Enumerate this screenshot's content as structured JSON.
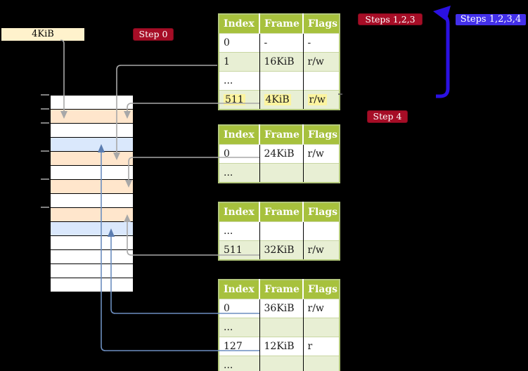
{
  "diagram": {
    "frame_size_label": "4KiB",
    "step_labels": {
      "step0": "Step 0",
      "steps123": "Steps 1,2,3",
      "steps1234": "Steps 1,2,3,4",
      "step4": "Step 4"
    }
  },
  "tables": [
    {
      "name": "page-table-top",
      "headers": [
        "Index",
        "Frame",
        "Flags"
      ],
      "rows": [
        {
          "cells": [
            "0",
            "-",
            "-"
          ],
          "shade": "white",
          "highlight": false
        },
        {
          "cells": [
            "1",
            "16KiB",
            "r/w"
          ],
          "shade": "green",
          "highlight": false
        },
        {
          "cells": [
            "...",
            "",
            ""
          ],
          "shade": "white",
          "highlight": false
        },
        {
          "cells": [
            "511",
            "4KiB",
            "r/w"
          ],
          "shade": "green",
          "highlight": true
        }
      ]
    },
    {
      "name": "page-table-second",
      "headers": [
        "Index",
        "Frame",
        "Flags"
      ],
      "rows": [
        {
          "cells": [
            "0",
            "24KiB",
            "r/w"
          ],
          "shade": "white",
          "highlight": false
        },
        {
          "cells": [
            "...",
            "",
            ""
          ],
          "shade": "green",
          "highlight": false
        }
      ]
    },
    {
      "name": "page-table-third",
      "headers": [
        "Index",
        "Frame",
        "Flags"
      ],
      "rows": [
        {
          "cells": [
            "...",
            "",
            ""
          ],
          "shade": "white",
          "highlight": false
        },
        {
          "cells": [
            "511",
            "32KiB",
            "r/w"
          ],
          "shade": "green",
          "highlight": false
        }
      ]
    },
    {
      "name": "page-table-bottom",
      "headers": [
        "Index",
        "Frame",
        "Flags"
      ],
      "rows": [
        {
          "cells": [
            "0",
            "36KiB",
            "r/w"
          ],
          "shade": "white",
          "highlight": false
        },
        {
          "cells": [
            "...",
            "",
            ""
          ],
          "shade": "green",
          "highlight": false
        },
        {
          "cells": [
            "127",
            "12KiB",
            "r"
          ],
          "shade": "white",
          "highlight": false
        },
        {
          "cells": [
            "...",
            "",
            ""
          ],
          "shade": "green",
          "highlight": false
        }
      ]
    }
  ],
  "memory_column": {
    "cells": [
      "white",
      "peach",
      "white",
      "blue",
      "peach",
      "white",
      "peach",
      "white",
      "peach",
      "blue",
      "white",
      "white",
      "white",
      "white"
    ]
  },
  "colors": {
    "page_table_frame_fill": "#ffe6cc",
    "mapped_page_fill": "#dae8fc",
    "table_header_green": "#a7c13d",
    "table_row_green": "#e8efd4",
    "table_border_green": "#b4c97c",
    "highlight_yellow": "#fcf49f",
    "frame_label_beige": "#fff2cc",
    "step_badge_red": "#a60d26",
    "steps_badge_blue": "#4330ea",
    "recursive_arrow_blue": "#2b11e2",
    "grey_connector": "#a8a8a8",
    "blue_connector": "#6c8ebf"
  }
}
